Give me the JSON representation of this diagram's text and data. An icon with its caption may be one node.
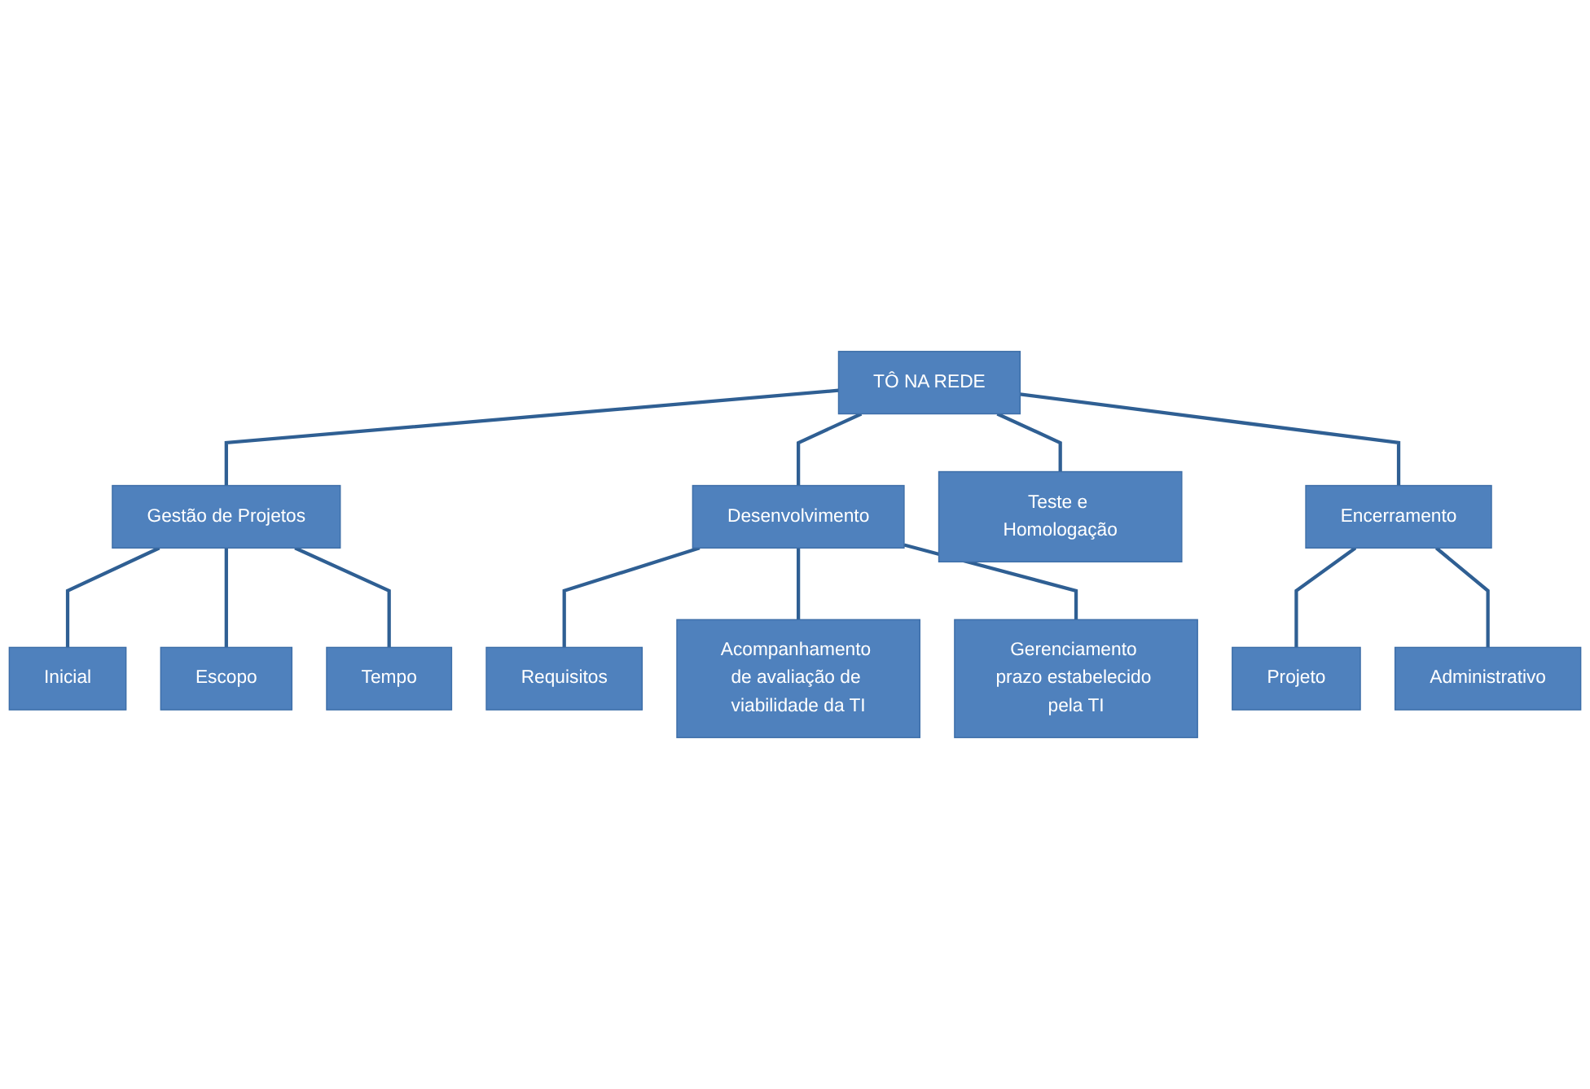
{
  "diagram": {
    "nodes": [
      {
        "text": [
          "TÔ NA REDE"
        ]
      },
      {
        "text": [
          "Gestão de Projetos"
        ]
      },
      {
        "text": [
          "Desenvolvimento"
        ]
      },
      {
        "text": [
          "Teste e Homologação"
        ]
      },
      {
        "text": [
          "Encerramento"
        ]
      },
      {
        "text": [
          "Inicial"
        ]
      },
      {
        "text": [
          "Escopo"
        ]
      },
      {
        "text": [
          "Tempo"
        ]
      },
      {
        "text": [
          "Requisitos"
        ]
      },
      {
        "text": [
          "Acompanhamento de avaliação de viabilidade da TI"
        ]
      },
      {
        "text": [
          "Gerenciamento prazo estabelecido pela TI"
        ]
      },
      {
        "text": [
          "Projeto"
        ]
      },
      {
        "text": [
          "Administrativo"
        ]
      }
    ],
    "edges": [
      {
        "from": 0,
        "to": 1,
        "arrow": "none"
      },
      {
        "from": 0,
        "to": 2,
        "arrow": "none"
      },
      {
        "from": 0,
        "to": 3,
        "arrow": "none"
      },
      {
        "from": 0,
        "to": 4,
        "arrow": "none"
      },
      {
        "from": 1,
        "to": 5,
        "arrow": "none"
      },
      {
        "from": 1,
        "to": 6,
        "arrow": "none"
      },
      {
        "from": 1,
        "to": 7,
        "arrow": "none"
      },
      {
        "from": 2,
        "to": 8,
        "arrow": "none"
      },
      {
        "from": 2,
        "to": 9,
        "arrow": "none"
      },
      {
        "from": 2,
        "to": 10,
        "arrow": "none"
      },
      {
        "from": 4,
        "to": 11,
        "arrow": "none"
      },
      {
        "from": 4,
        "to": 12,
        "arrow": "none"
      }
    ]
  }
}
